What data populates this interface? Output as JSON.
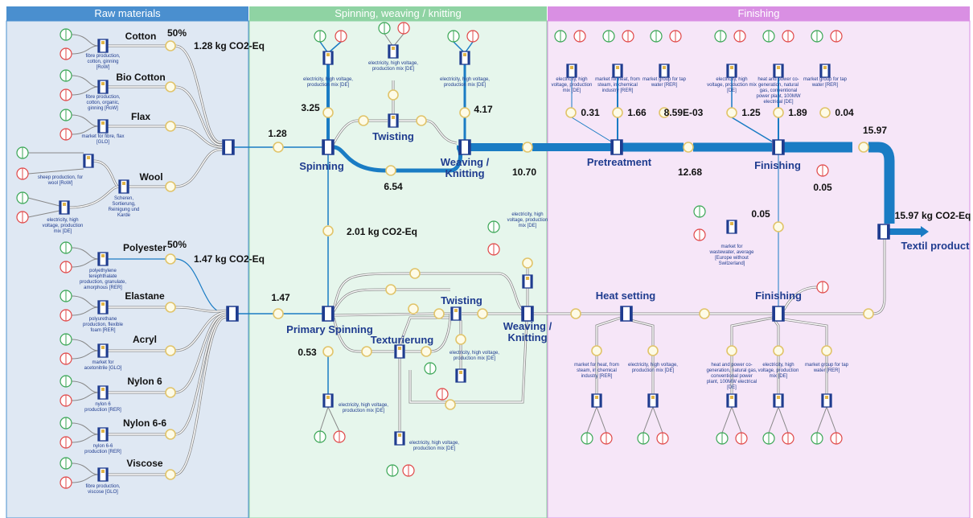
{
  "sections": {
    "raw": "Raw materials",
    "spinning": "Spinning, weaving / knitting",
    "finishing": "Finishing"
  },
  "raw_materials": {
    "cotton": "Cotton",
    "cotton_pct": "50%",
    "cotton_co2": "1.28 kg CO2-Eq",
    "cotton_proc": [
      "fibre production,",
      "cotton, ginning",
      "[RoW]"
    ],
    "bio_cotton": "Bio Cotton",
    "bio_cotton_proc": [
      "fibre production,",
      "cotton, organic,",
      "ginning [RoW]"
    ],
    "flax": "Flax",
    "flax_proc": [
      "market for fibre, flax",
      "[GLO]"
    ],
    "wool": "Wool",
    "wool_sheep": [
      "sheep production, for",
      "wool [RoW]"
    ],
    "wool_elec": [
      "electricity, high",
      "voltage, production",
      "mix [DE]"
    ],
    "wool_proc": [
      "Scheren,",
      "Sortierung,",
      "Reinigung und",
      "Karde"
    ],
    "polyester": "Polyester",
    "polyester_pct": "50%",
    "polyester_co2": "1.47 kg CO2-Eq",
    "polyester_proc": [
      "polyethylene",
      "terephthalate",
      "production, granulate,",
      "amorphous [RER]"
    ],
    "elastane": "Elastane",
    "elastane_proc": [
      "polyurethane",
      "production, flexible",
      "foam [RER]"
    ],
    "acryl": "Acryl",
    "acryl_proc": [
      "market for",
      "acetonitrile [GLO]"
    ],
    "nylon6": "Nylon 6",
    "nylon6_proc": [
      "nylon 6",
      "production [RER]"
    ],
    "nylon66": "Nylon 6-6",
    "nylon66_proc": [
      "nylon 6-6",
      "production [RER]"
    ],
    "viscose": "Viscose",
    "viscose_proc": [
      "fibre production,",
      "viscose [GLO]"
    ]
  },
  "spinning": {
    "in_natural": "1.28",
    "in_synthetic": "1.47",
    "spinning": "Spinning",
    "primary_spinning": "Primary Spinning",
    "twisting_top": "Twisting",
    "twisting_bottom": "Twisting",
    "weaving_top": [
      "Weaving /",
      "Knitting"
    ],
    "weaving_bottom": [
      "Weaving /",
      "Knitting"
    ],
    "texturierung": "Texturierung",
    "elec_label": [
      "electricity, high voltage,",
      "production mix [DE]"
    ],
    "elec_weave_bottom": [
      "electricity, high",
      "voltage, production",
      "mix [DE]"
    ],
    "elec_spin_bottom": [
      "electricity, high voltage,",
      "production mix [DE]"
    ],
    "elec_textur": [
      "electricity, high voltage,",
      "production mix [DE]"
    ],
    "elec_twist_bottom": [
      "electricity, high voltage,",
      "production mix [DE]"
    ],
    "v_spin_elec": "3.25",
    "v_spin_weave": "6.54",
    "v_weave_elec": "4.17",
    "v_weave_out": "10.70",
    "v_mid": "2.01 kg CO2-Eq",
    "v_primary_elec": "0.53"
  },
  "finishing": {
    "pretreatment": "Pretreatment",
    "finishing_top": "Finishing",
    "heat_setting": "Heat setting",
    "finishing_bottom": "Finishing",
    "p_elec": [
      "electricity, high",
      "voltage, production",
      "mix [DE]"
    ],
    "p_heat": [
      "market for heat, from",
      "steam, in chemical",
      "industry [RER]"
    ],
    "p_water": [
      "market group for tap",
      "water [RER]"
    ],
    "f_elec": [
      "electricity, high",
      "voltage, production mix",
      "[DE]"
    ],
    "f_chp": [
      "heat and power co-",
      "generation, natural",
      "gas, conventional",
      "power plant, 100MW",
      "electrical [DE]"
    ],
    "f_water": [
      "market group for tap",
      "water [RER]"
    ],
    "wastewater": [
      "market for",
      "wastewater, average",
      "[Europe without",
      "Switzerland]"
    ],
    "hs_heat": [
      "market for heat, from",
      "steam, in chemical",
      "industry [RER]"
    ],
    "hs_elec": [
      "electricity, high voltage,",
      "production mix [DE]"
    ],
    "fb_chp": [
      "heat and power co-",
      "generation, natural gas,",
      "conventional power",
      "plant, 100MW electrical",
      "[DE]"
    ],
    "fb_elec": [
      "electricity, high",
      "voltage, production",
      "mix [DE]"
    ],
    "fb_water": [
      "market group for tap",
      "water [RER]"
    ],
    "v_p_elec": "0.31",
    "v_p_heat": "1.66",
    "v_p_water": "8.59E-03",
    "v_pre_out": "12.68",
    "v_f_elec": "1.25",
    "v_f_chp": "1.89",
    "v_f_water": "0.04",
    "v_f_out": "15.97",
    "v_waste": "0.05",
    "v_waste2": "0.05",
    "total": "15.97 kg CO2-Eq",
    "product": "Textil product"
  },
  "colors": {
    "raw_head": "#4a8fcf",
    "raw_bg": "#dfe8f3",
    "spin_head": "#8fd3a3",
    "spin_bg": "#e6f6ec",
    "fin_head": "#d98fe3",
    "fin_bg": "#f6e6f8",
    "flow": "#1a7cc4",
    "node": "#1f3c8f"
  }
}
